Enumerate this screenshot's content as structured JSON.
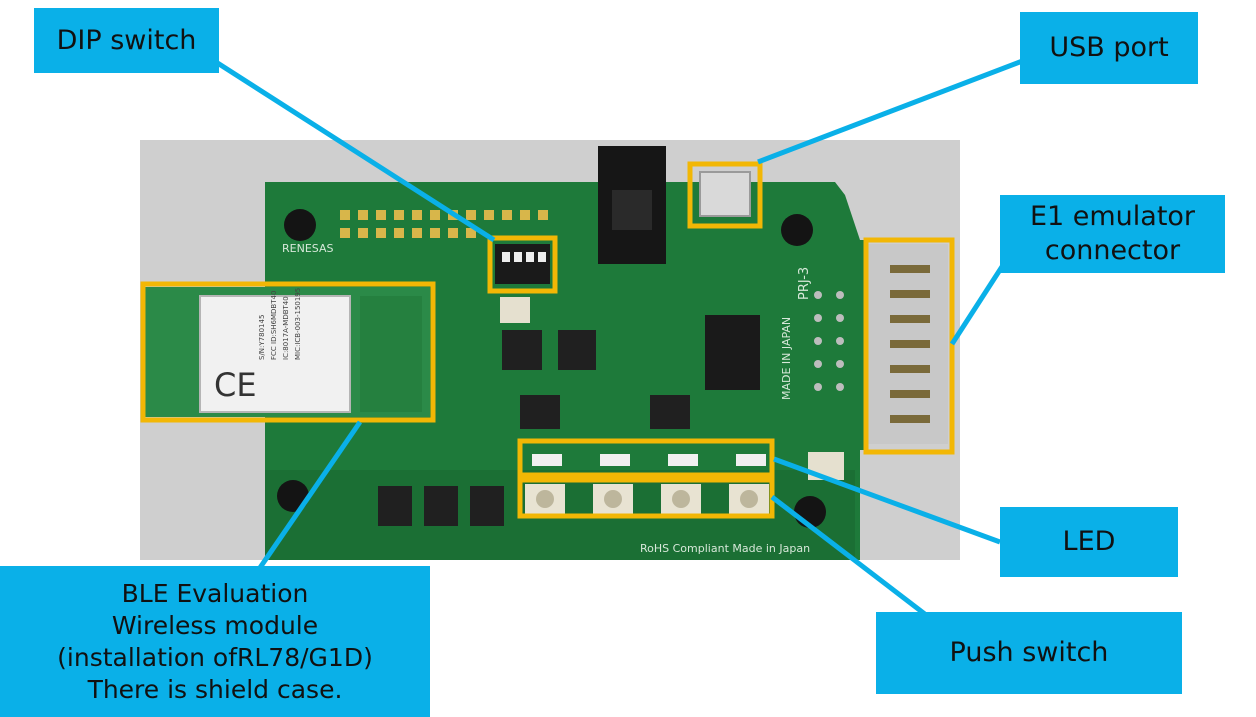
{
  "colors": {
    "callout_fill": "#0ab0e8",
    "highlight": "#f2b705",
    "pcb_green": "#1e7a3a",
    "background_gray": "#cfcfcf"
  },
  "callouts": {
    "dip_switch": {
      "label": "DIP switch"
    },
    "usb_port": {
      "label": "USB port"
    },
    "e1_emulator": {
      "lines": [
        "E1 emulator",
        "connector"
      ]
    },
    "led": {
      "label": "LED"
    },
    "push_switch": {
      "label": "Push switch"
    },
    "ble_module": {
      "lines": [
        "BLE Evaluation",
        "Wireless module",
        "(installation ofRL78/G1D)",
        "There is shield case."
      ]
    }
  },
  "module_label": {
    "lines": [
      "S/N:Y780145",
      "FCC ID:SH6MDBT40",
      "IC:8017A-MDBT40",
      "MIC:ICB-003-150195"
    ]
  },
  "board_silkscreen": {
    "brand": "RENESAS",
    "made_in": "MADE IN JAPAN",
    "part": "PRJ-3",
    "rohs": "RoHS Compliant Made in Japan"
  },
  "module_mark": "CE"
}
